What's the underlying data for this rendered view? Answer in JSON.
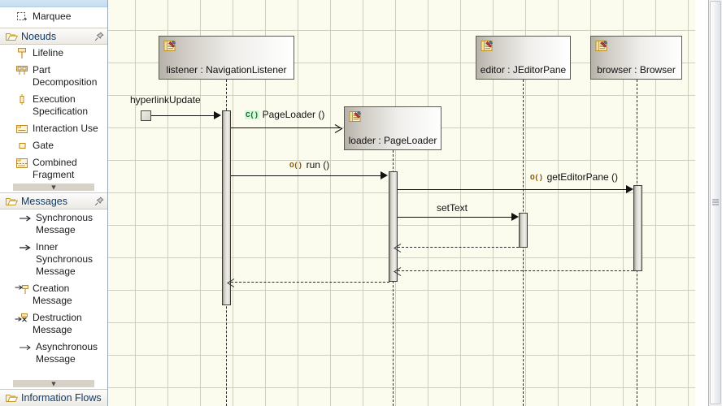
{
  "palette": {
    "top_partial_item": {
      "label": "",
      "icon": "partial-selected-item"
    },
    "pre_group_items": [
      {
        "label": "Marquee",
        "icon": "marquee-icon"
      }
    ],
    "groups": [
      {
        "title": "Noeuds",
        "icon": "folder-icon",
        "pin_icon": "pin-icon",
        "items": [
          {
            "label": "Lifeline",
            "icon": "lifeline-icon"
          },
          {
            "label": "Part Decomposition",
            "icon": "part-decomposition-icon"
          },
          {
            "label": "Execution Specification",
            "icon": "execution-specification-icon"
          },
          {
            "label": "Interaction Use",
            "icon": "interaction-use-icon"
          },
          {
            "label": "Gate",
            "icon": "gate-icon"
          },
          {
            "label": "Combined Fragment",
            "icon": "combined-fragment-icon"
          }
        ],
        "scroll_hint": "scroll-down-chevron"
      },
      {
        "title": "Messages",
        "icon": "folder-icon",
        "pin_icon": "pin-icon",
        "items": [
          {
            "label": "Synchronous Message",
            "icon": "synchronous-message-icon"
          },
          {
            "label": "Inner Synchronous Message",
            "icon": "inner-synchronous-message-icon"
          },
          {
            "label": "Creation Message",
            "icon": "creation-message-icon"
          },
          {
            "label": "Destruction Message",
            "icon": "destruction-message-icon"
          },
          {
            "label": "Asynchronous Message",
            "icon": "asynchronous-message-icon"
          }
        ],
        "scroll_hint": "scroll-down-chevron"
      }
    ],
    "footer_group": {
      "title": "Information Flows",
      "icon": "folder-icon"
    }
  },
  "canvas": {
    "background_color": "#fbfbee",
    "grid_color": "#cfcfc0",
    "lifelines": [
      {
        "id": "listener",
        "label": "listener : NavigationListener",
        "icon": "class-instance-icon"
      },
      {
        "id": "loader",
        "label": "loader : PageLoader",
        "icon": "class-instance-icon"
      },
      {
        "id": "editor",
        "label": "editor : JEditorPane",
        "icon": "class-instance-icon"
      },
      {
        "id": "browser",
        "label": "browser : Browser",
        "icon": "class-instance-icon"
      }
    ],
    "gate_label": "hyperlinkUpdate",
    "messages": [
      {
        "id": "m0",
        "label": "hyperlinkUpdate",
        "icon": null,
        "kind": "found-call"
      },
      {
        "id": "m1",
        "label": "PageLoader ()",
        "icon": "constructor-icon",
        "icon_text": "C()",
        "kind": "create"
      },
      {
        "id": "m2",
        "label": "run ()",
        "icon": "operation-icon",
        "icon_text": "O()",
        "kind": "sync-call"
      },
      {
        "id": "m3",
        "label": "getEditorPane ()",
        "icon": "operation-icon",
        "icon_text": "O()",
        "kind": "sync-call"
      },
      {
        "id": "m4",
        "label": "setText",
        "icon": null,
        "kind": "sync-call"
      },
      {
        "id": "m5",
        "label": "",
        "icon": null,
        "kind": "return"
      },
      {
        "id": "m6",
        "label": "",
        "icon": null,
        "kind": "return"
      },
      {
        "id": "m7",
        "label": "",
        "icon": null,
        "kind": "return"
      }
    ]
  },
  "scrollbar": {
    "orientation": "vertical",
    "grip_icon": "scrollbar-grip-icon"
  }
}
